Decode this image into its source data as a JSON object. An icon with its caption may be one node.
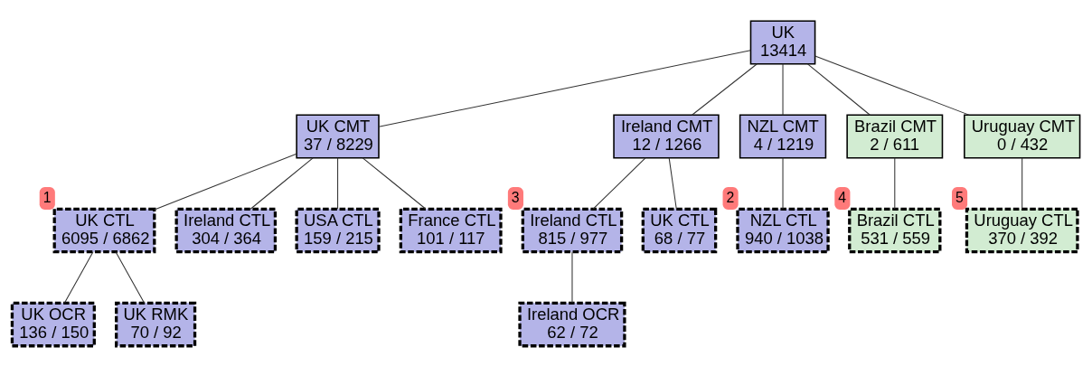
{
  "diagram": {
    "nodes": [
      {
        "text": [
          "UK",
          "13414"
        ]
      },
      {
        "text": [
          "UK CMT",
          "37 / 8229"
        ]
      },
      {
        "text": [
          "Ireland CMT",
          "12 / 1266"
        ]
      },
      {
        "text": [
          "NZL CMT",
          "4 / 1219"
        ]
      },
      {
        "text": [
          "Brazil CMT",
          "2 / 611"
        ]
      },
      {
        "text": [
          "Uruguay CMT",
          "0 / 432"
        ]
      },
      {
        "text": [
          "UK CTL",
          "6095 / 6862"
        ],
        "beside": [
          "1"
        ]
      },
      {
        "text": [
          "Ireland CTL",
          "304 / 364"
        ]
      },
      {
        "text": [
          "USA CTL",
          "159 / 215"
        ]
      },
      {
        "text": [
          "France CTL",
          "101 / 117"
        ]
      },
      {
        "text": [
          "Ireland CTL",
          "815 / 977"
        ],
        "beside": [
          "3"
        ]
      },
      {
        "text": [
          "UK CTL",
          "68 / 77"
        ]
      },
      {
        "text": [
          "NZL CTL",
          "940 / 1038"
        ],
        "beside": [
          "2"
        ]
      },
      {
        "text": [
          "Brazil CTL",
          "531 / 559"
        ],
        "beside": [
          "4"
        ]
      },
      {
        "text": [
          "Uruguay CTL",
          "370 / 392"
        ],
        "beside": [
          "5"
        ]
      },
      {
        "text": [
          "UK OCR",
          "136 / 150"
        ]
      },
      {
        "text": [
          "UK RMK",
          "70 / 92"
        ]
      },
      {
        "text": [
          "Ireland OCR",
          "62 / 72"
        ]
      }
    ],
    "edges": [
      {
        "from": 0,
        "to": 1,
        "arrow": "none"
      },
      {
        "from": 0,
        "to": 2,
        "arrow": "none"
      },
      {
        "from": 0,
        "to": 3,
        "arrow": "none"
      },
      {
        "from": 0,
        "to": 4,
        "arrow": "none"
      },
      {
        "from": 0,
        "to": 5,
        "arrow": "none"
      },
      {
        "from": 1,
        "to": 6,
        "arrow": "none"
      },
      {
        "from": 1,
        "to": 7,
        "arrow": "none"
      },
      {
        "from": 1,
        "to": 8,
        "arrow": "none"
      },
      {
        "from": 1,
        "to": 9,
        "arrow": "none"
      },
      {
        "from": 2,
        "to": 10,
        "arrow": "none"
      },
      {
        "from": 2,
        "to": 11,
        "arrow": "none"
      },
      {
        "from": 3,
        "to": 12,
        "arrow": "none"
      },
      {
        "from": 4,
        "to": 13,
        "arrow": "none"
      },
      {
        "from": 5,
        "to": 14,
        "arrow": "none"
      },
      {
        "from": 6,
        "to": 15,
        "arrow": "none"
      },
      {
        "from": 6,
        "to": 16,
        "arrow": "none"
      },
      {
        "from": 10,
        "to": 17,
        "arrow": "none"
      }
    ]
  }
}
